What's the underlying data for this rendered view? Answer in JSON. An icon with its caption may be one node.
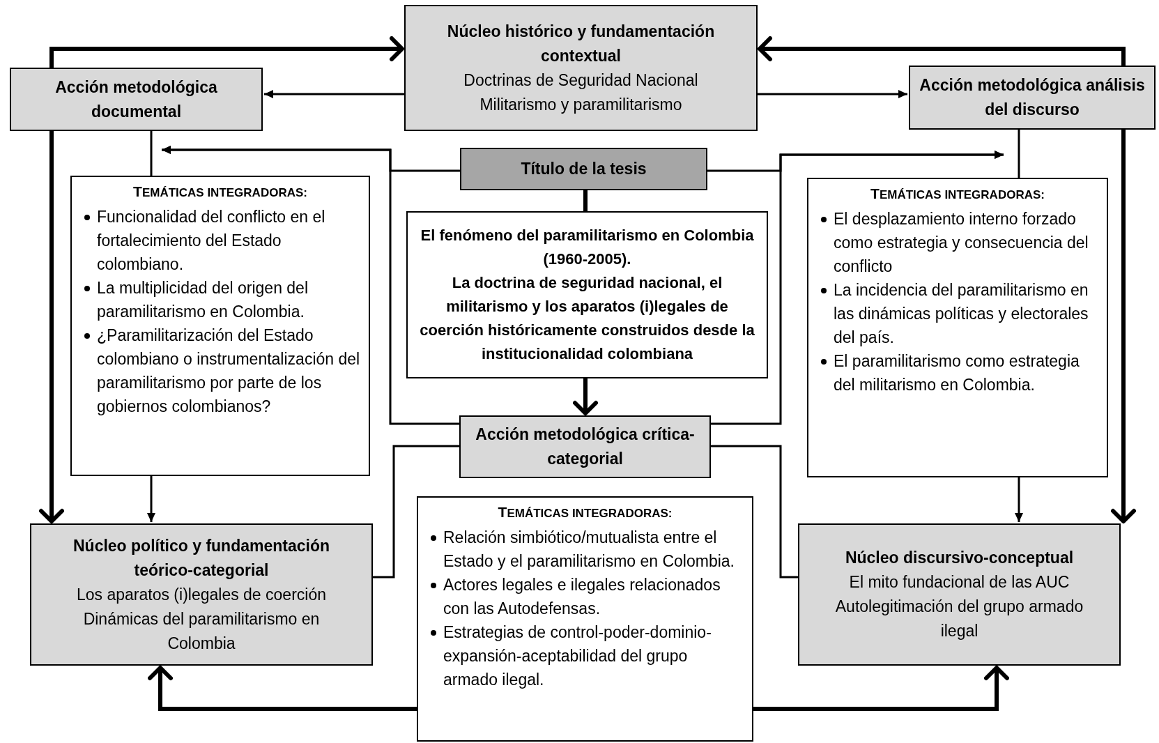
{
  "diagram": {
    "nodes": [
      {
        "text": [
          "Núcleo histórico y fundamentación contextual",
          "Doctrinas de Seguridad Nacional",
          "Militarismo y paramilitarismo"
        ]
      },
      {
        "text": [
          "Acción metodológica documental"
        ]
      },
      {
        "text": [
          "Acción metodológica análisis del discurso"
        ]
      },
      {
        "text": [
          "Título de la tesis"
        ]
      },
      {
        "text": [
          "TEMÁTICAS INTEGRADORAS:",
          "Funcionalidad del conflicto en el fortalecimiento del Estado colombiano.",
          "La multiplicidad del origen del paramilitarismo en Colombia.",
          "¿Paramilitarización del Estado colombiano o instrumentalización del paramilitarismo por parte de los gobiernos colombianos?"
        ]
      },
      {
        "text": [
          "El fenómeno del paramilitarismo en Colombia (1960-2005).",
          "La doctrina de seguridad nacional, el militarismo y los aparatos (i)legales de coerción históricamente construidos desde la institucionalidad colombiana"
        ]
      },
      {
        "text": [
          "TEMÁTICAS INTEGRADORAS:",
          "El desplazamiento interno forzado como estrategia y consecuencia del conflicto",
          "La incidencia del paramilitarismo en las dinámicas políticas y electorales del país.",
          "El paramilitarismo como estrategia del militarismo en Colombia."
        ]
      },
      {
        "text": [
          "Acción metodológica crítica-categorial"
        ]
      },
      {
        "text": [
          "Núcleo político y fundamentación teórico-categorial",
          "Los aparatos (i)legales de coerción",
          "Dinámicas del paramilitarismo en Colombia"
        ]
      },
      {
        "text": [
          "TEMÁTICAS INTEGRADORAS:",
          "Relación simbiótico/mutualista entre el Estado y el paramilitarismo en Colombia.",
          "Actores legales e ilegales relacionados con las Autodefensas.",
          "Estrategias de control-poder-dominio-expansión-aceptabilidad del grupo armado ilegal."
        ]
      },
      {
        "text": [
          "Núcleo discursivo-conceptual",
          "El mito fundacional de las AUC",
          "Autolegitimación del grupo armado ilegal"
        ]
      }
    ],
    "edges": [
      {
        "from": 1,
        "to": 0,
        "arrow": "to",
        "style": "thick"
      },
      {
        "from": 2,
        "to": 0,
        "arrow": "to",
        "style": "thick"
      },
      {
        "from": 0,
        "to": 1,
        "arrow": "to"
      },
      {
        "from": 0,
        "to": 2,
        "arrow": "to"
      },
      {
        "from": 1,
        "to": 8,
        "arrow": "to",
        "style": "thick"
      },
      {
        "from": 2,
        "to": 10,
        "arrow": "to",
        "style": "thick"
      },
      {
        "from": 1,
        "to": 4,
        "arrow": "none"
      },
      {
        "from": 4,
        "to": 8,
        "arrow": "to"
      },
      {
        "from": 2,
        "to": 6,
        "arrow": "none"
      },
      {
        "from": 6,
        "to": 10,
        "arrow": "to"
      },
      {
        "from": 3,
        "to": 5,
        "arrow": "none",
        "style": "thick"
      },
      {
        "from": 5,
        "to": 7,
        "arrow": "to",
        "style": "thick"
      },
      {
        "from": 7,
        "to": 4,
        "arrow": "to"
      },
      {
        "from": 3,
        "to": 4,
        "arrow": "to"
      },
      {
        "from": 7,
        "to": 6,
        "arrow": "to"
      },
      {
        "from": 3,
        "to": 6,
        "arrow": "to"
      },
      {
        "from": 7,
        "to": 8,
        "arrow": "none"
      },
      {
        "from": 7,
        "to": 10,
        "arrow": "none"
      },
      {
        "from": 9,
        "to": 8,
        "arrow": "to",
        "style": "thick"
      },
      {
        "from": 9,
        "to": 10,
        "arrow": "to",
        "style": "thick"
      }
    ]
  }
}
